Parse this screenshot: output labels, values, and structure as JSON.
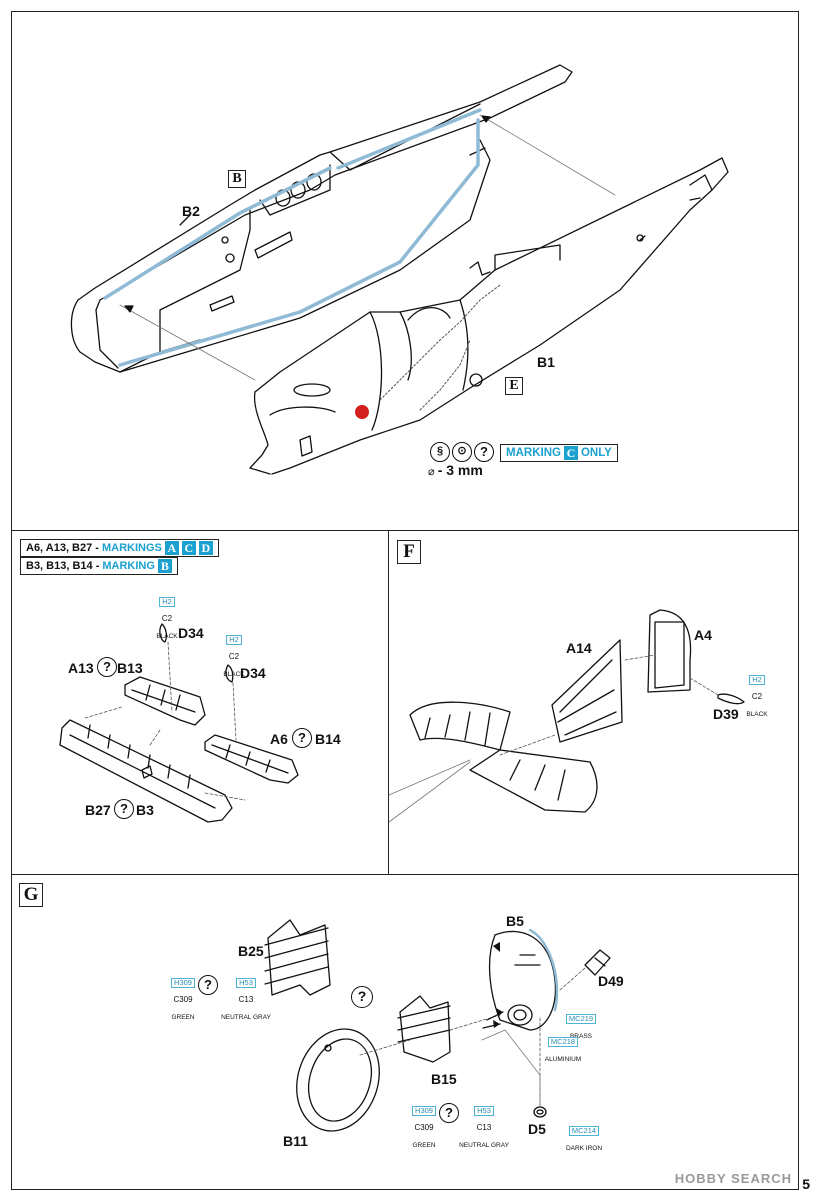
{
  "section_top": {
    "box_b": "B",
    "box_e": "E",
    "part_b2": "B2",
    "part_b1": "B1",
    "drill_note": "- 3 mm",
    "marking_prefix": "MARKING",
    "marking_letter": "C",
    "marking_suffix": "ONLY"
  },
  "section_left": {
    "line1_parts": "A6, A13, B27 - ",
    "line1_markings": "MARKINGS",
    "line1_letters": [
      "A",
      "C",
      "D"
    ],
    "line2_parts": "B3, B13, B14 - ",
    "line2_marking": "MARKING",
    "line2_letter": "B",
    "paint1": {
      "code": "H2",
      "code2": "C2",
      "name": "BLACK"
    },
    "paint2": {
      "code": "H2",
      "code2": "C2",
      "name": "BLACK"
    },
    "d34_a": "D34",
    "d34_b": "D34",
    "a13": "A13",
    "b13": "B13",
    "a6": "A6",
    "b14": "B14",
    "b27": "B27",
    "b3": "B3",
    "q": "?"
  },
  "section_f": {
    "box": "F",
    "a14": "A14",
    "a4": "A4",
    "d39": "D39",
    "paint": {
      "code": "H2",
      "code2": "C2",
      "name": "BLACK"
    }
  },
  "section_g": {
    "box": "G",
    "b25": "B25",
    "b5": "B5",
    "d49": "D49",
    "b15": "B15",
    "b11": "B11",
    "d5": "D5",
    "q": "?",
    "paint_green_a": {
      "code": "H309",
      "code2": "C309",
      "name": "GREEN"
    },
    "paint_gray_a": {
      "code": "H53",
      "code2": "C13",
      "name": "NEUTRAL GRAY"
    },
    "paint_green_b": {
      "code": "H309",
      "code2": "C309",
      "name": "GREEN"
    },
    "paint_gray_b": {
      "code": "H53",
      "code2": "C13",
      "name": "NEUTRAL GRAY"
    },
    "paint_brass": {
      "code": "MC219",
      "name": "BRASS"
    },
    "paint_alu": {
      "code": "MC218",
      "name": "ALUMINIUM"
    },
    "paint_iron": {
      "code": "MC214",
      "name": "DARK IRON"
    }
  },
  "footer": {
    "watermark": "HOBBY SEARCH",
    "page_number": "5"
  },
  "colors": {
    "accent_cyan": "#1aa1cf",
    "guide_blue": "#9fc3d9",
    "red_dot": "#d41f1f"
  }
}
